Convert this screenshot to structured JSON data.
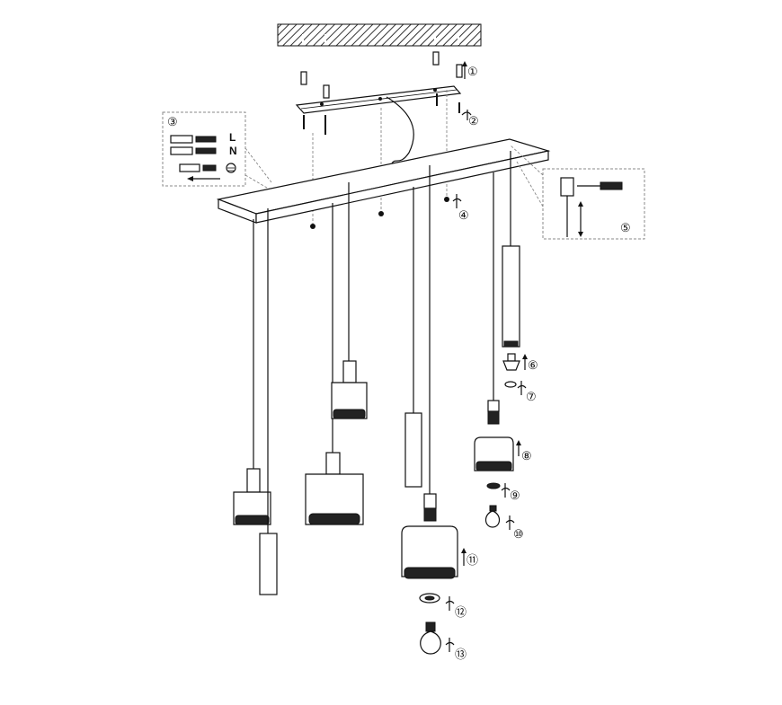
{
  "diagram": {
    "step_labels": {
      "s1": "①",
      "s2": "②",
      "s3": "③",
      "s4": "④",
      "s5": "⑤",
      "s6": "⑥",
      "s7": "⑦",
      "s8": "⑧",
      "s9": "⑨",
      "s10": "⑩",
      "s11": "⑪",
      "s12": "⑫",
      "s13": "⑬"
    },
    "wiring": {
      "live": "L",
      "neutral": "N"
    },
    "icons": [
      "ceiling-hatch",
      "mounting-bracket",
      "screw",
      "dowel",
      "canopy-plate",
      "pendant-cylinder",
      "pendant-shade",
      "light-bulb",
      "screwdriver",
      "rotate-arrow",
      "up-arrow",
      "ground-symbol"
    ]
  }
}
